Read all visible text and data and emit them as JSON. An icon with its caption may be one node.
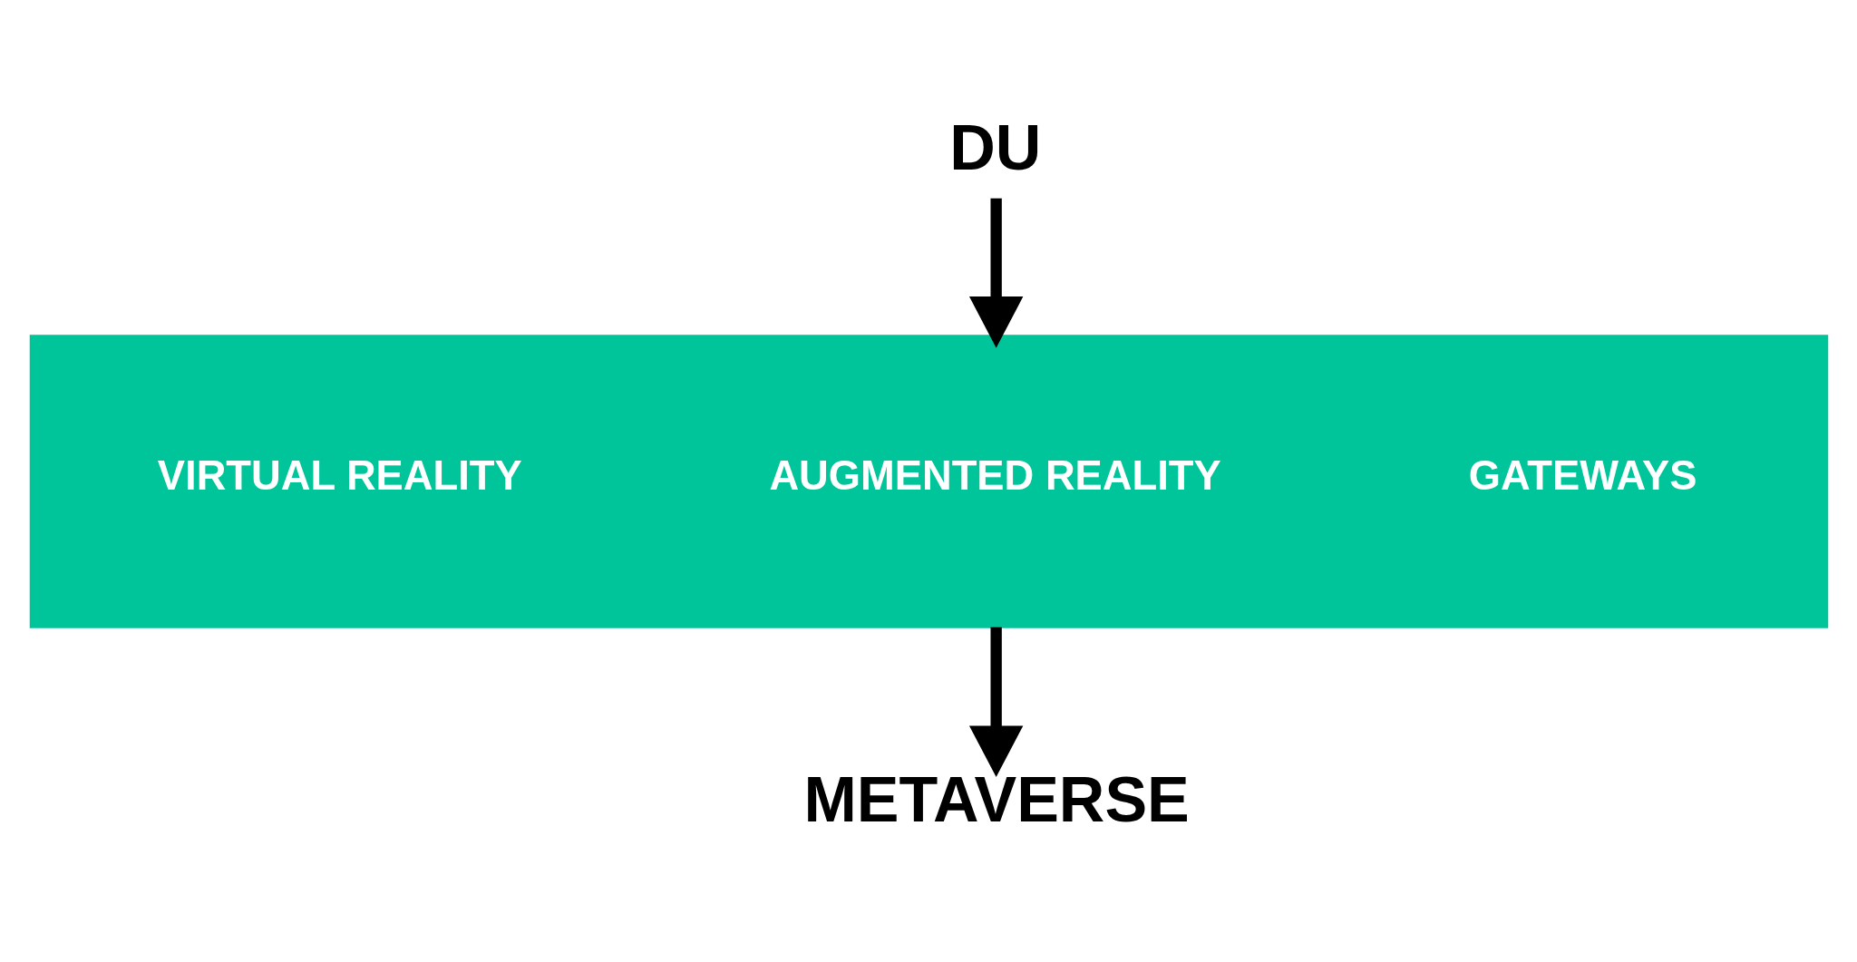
{
  "diagram": {
    "nodes": [
      {
        "text": [
          "DU"
        ]
      },
      {
        "text": [],
        "shape": "box"
      },
      {
        "text": [
          "VIRTUAL REALITY"
        ],
        "in": 1
      },
      {
        "text": [
          "AUGMENTED REALITY"
        ],
        "in": 1
      },
      {
        "text": [
          "GATEWAYS"
        ],
        "in": 1
      },
      {
        "text": [
          "METAVERSE"
        ]
      }
    ],
    "edges": [
      {
        "from": 0,
        "to": 1,
        "arrow": "to"
      },
      {
        "from": 1,
        "to": 5,
        "arrow": "to"
      }
    ]
  }
}
